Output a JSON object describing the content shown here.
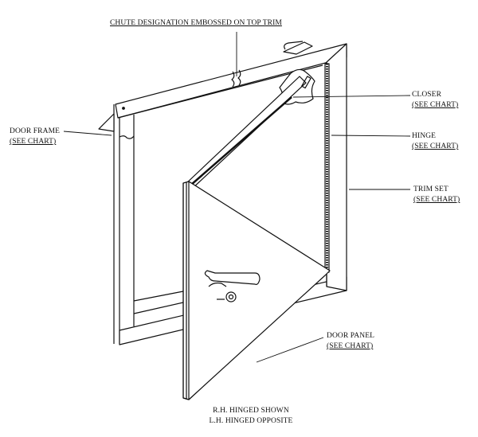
{
  "labels": {
    "chute_designation": "CHUTE DESIGNATION EMBOSSED ON TOP TRIM",
    "door_frame": {
      "title": "DOOR FRAME",
      "note": "(SEE CHART)"
    },
    "closer": {
      "title": "CLOSER",
      "note": "(SEE CHART)"
    },
    "hinge": {
      "title": "HINGE",
      "note": "(SEE CHART)"
    },
    "trim_set": {
      "title": "TRIM SET",
      "note": "(SEE CHART)"
    },
    "door_panel": {
      "title": "DOOR PANEL",
      "note": "(SEE CHART)"
    }
  },
  "caption": {
    "line1": "R.H. HINGED SHOWN",
    "line2": "L.H. HINGED OPPOSITE"
  }
}
